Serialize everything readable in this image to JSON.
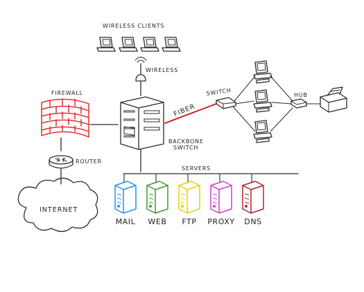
{
  "diagram": {
    "wireless_clients_label": "WIRELESS CLIENTS",
    "wireless_label": "WIRELESS",
    "firewall_label": "FIREWALL",
    "router_label": "ROUTER",
    "internet_label": "INTERNET",
    "fiber_label": "FIBER",
    "backbone_label_line1": "BACKBONE",
    "backbone_label_line2": "SWITCH",
    "switch_label": "SWITCH",
    "hub_label": "HUB",
    "servers_label": "SERVERS",
    "servers": [
      {
        "label": "MAIL",
        "color": "#1e90ff"
      },
      {
        "label": "WEB",
        "color": "#3a9a2a"
      },
      {
        "label": "FTP",
        "color": "#e8d000"
      },
      {
        "label": "PROXY",
        "color": "#d23cd2"
      },
      {
        "label": "DNS",
        "color": "#b0202a"
      }
    ],
    "firewall_color": "#e02020",
    "fiber_color": "#cc1f1f"
  }
}
